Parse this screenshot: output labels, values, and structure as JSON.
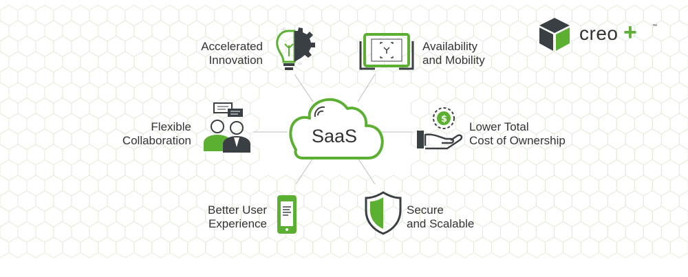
{
  "center": {
    "label": "SaaS"
  },
  "benefits": [
    {
      "id": "innovation",
      "lines": [
        "Accelerated",
        "Innovation"
      ],
      "icon": "lightbulb-gear-icon"
    },
    {
      "id": "availability",
      "lines": [
        "Availability",
        "and Mobility"
      ],
      "icon": "tablet-hands-icon"
    },
    {
      "id": "collaboration",
      "lines": [
        "Flexible",
        "Collaboration"
      ],
      "icon": "people-chat-icon"
    },
    {
      "id": "cost",
      "lines": [
        "Lower Total",
        "Cost of Ownership"
      ],
      "icon": "hand-dollar-coin-icon"
    },
    {
      "id": "experience",
      "lines": [
        "Better User",
        "Experience"
      ],
      "icon": "smartphone-icon"
    },
    {
      "id": "secure",
      "lines": [
        "Secure",
        "and Scalable"
      ],
      "icon": "shield-icon"
    }
  ],
  "logo": {
    "text": "creo",
    "plus": "+",
    "tm": "™",
    "icon": "cube-logo-icon"
  },
  "colors": {
    "accent": "#5cb031",
    "dark": "#3a3f44",
    "text": "#333333",
    "hex_grid": "#e2ecd9"
  }
}
